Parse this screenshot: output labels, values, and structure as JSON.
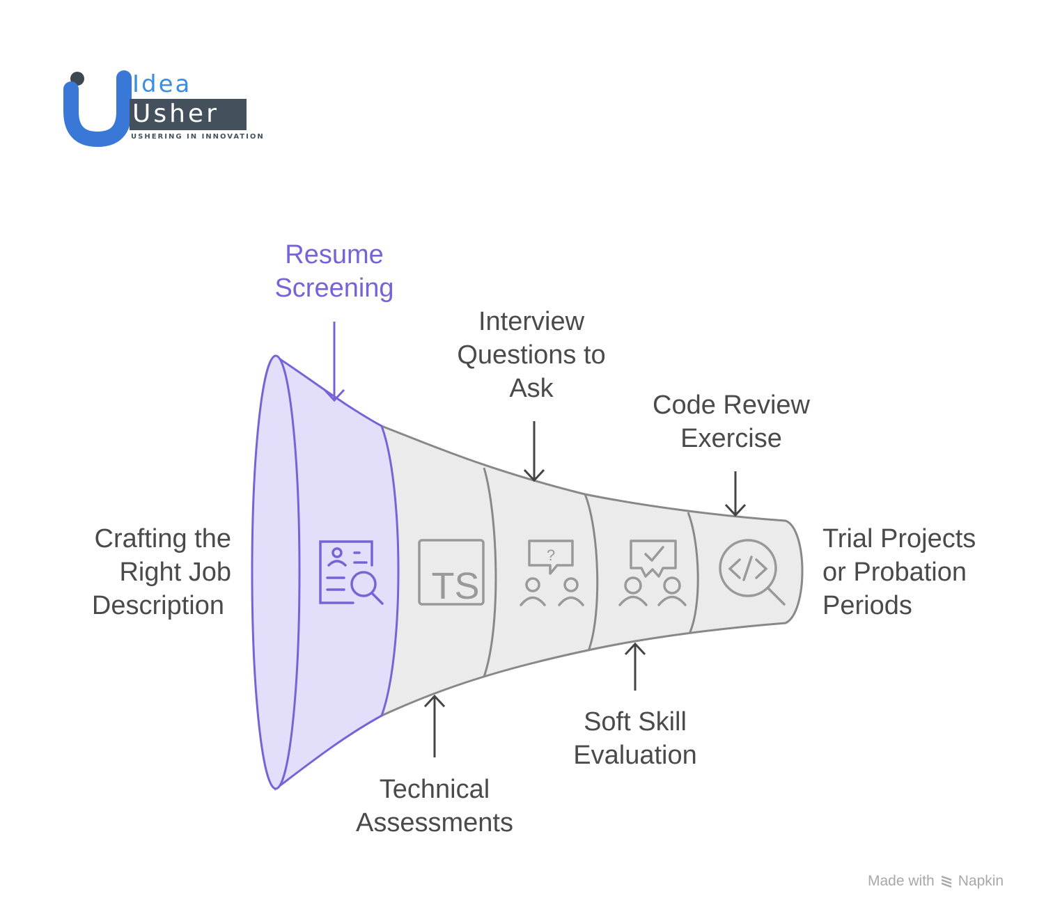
{
  "logo": {
    "word_top": "Idea",
    "word_bottom": "Usher",
    "tagline": "USHERING IN INNOVATION",
    "colors": {
      "blue": "#3a8ee0",
      "dark": "#44505c",
      "dot": "#3e4752"
    }
  },
  "funnel": {
    "highlight_color": "#7863d6",
    "highlight_fill": "#e3dffb",
    "base_fill": "#ebebeb",
    "base_stroke": "#888888",
    "stages": [
      {
        "label": "Crafting the Right Job Description",
        "lines": [
          "Crafting the",
          "Right Job",
          "Description"
        ],
        "icon": "funnel-mouth",
        "highlighted": true
      },
      {
        "label": "Resume Screening",
        "lines": [
          "Resume",
          "Screening"
        ],
        "icon": "resume-search-icon",
        "highlighted": true
      },
      {
        "label": "Technical Assessments",
        "lines": [
          "Technical",
          "Assessments"
        ],
        "icon": "typescript-icon",
        "icon_text": "TS",
        "highlighted": false
      },
      {
        "label": "Interview Questions to Ask",
        "lines": [
          "Interview",
          "Questions to",
          "Ask"
        ],
        "icon": "interview-question-icon",
        "icon_text": "?",
        "highlighted": false
      },
      {
        "label": "Soft Skill Evaluation",
        "lines": [
          "Soft Skill",
          "Evaluation"
        ],
        "icon": "feedback-check-icon",
        "highlighted": false
      },
      {
        "label": "Code Review Exercise",
        "lines": [
          "Code Review",
          "Exercise"
        ],
        "icon": "code-search-icon",
        "icon_text": "</>",
        "highlighted": false
      },
      {
        "label": "Trial Projects or Probation Periods",
        "lines": [
          "Trial Projects",
          "or Probation",
          "Periods"
        ],
        "icon": "funnel-end",
        "highlighted": false
      }
    ]
  },
  "footer": {
    "made_with": "Made with",
    "brand": "Napkin"
  }
}
